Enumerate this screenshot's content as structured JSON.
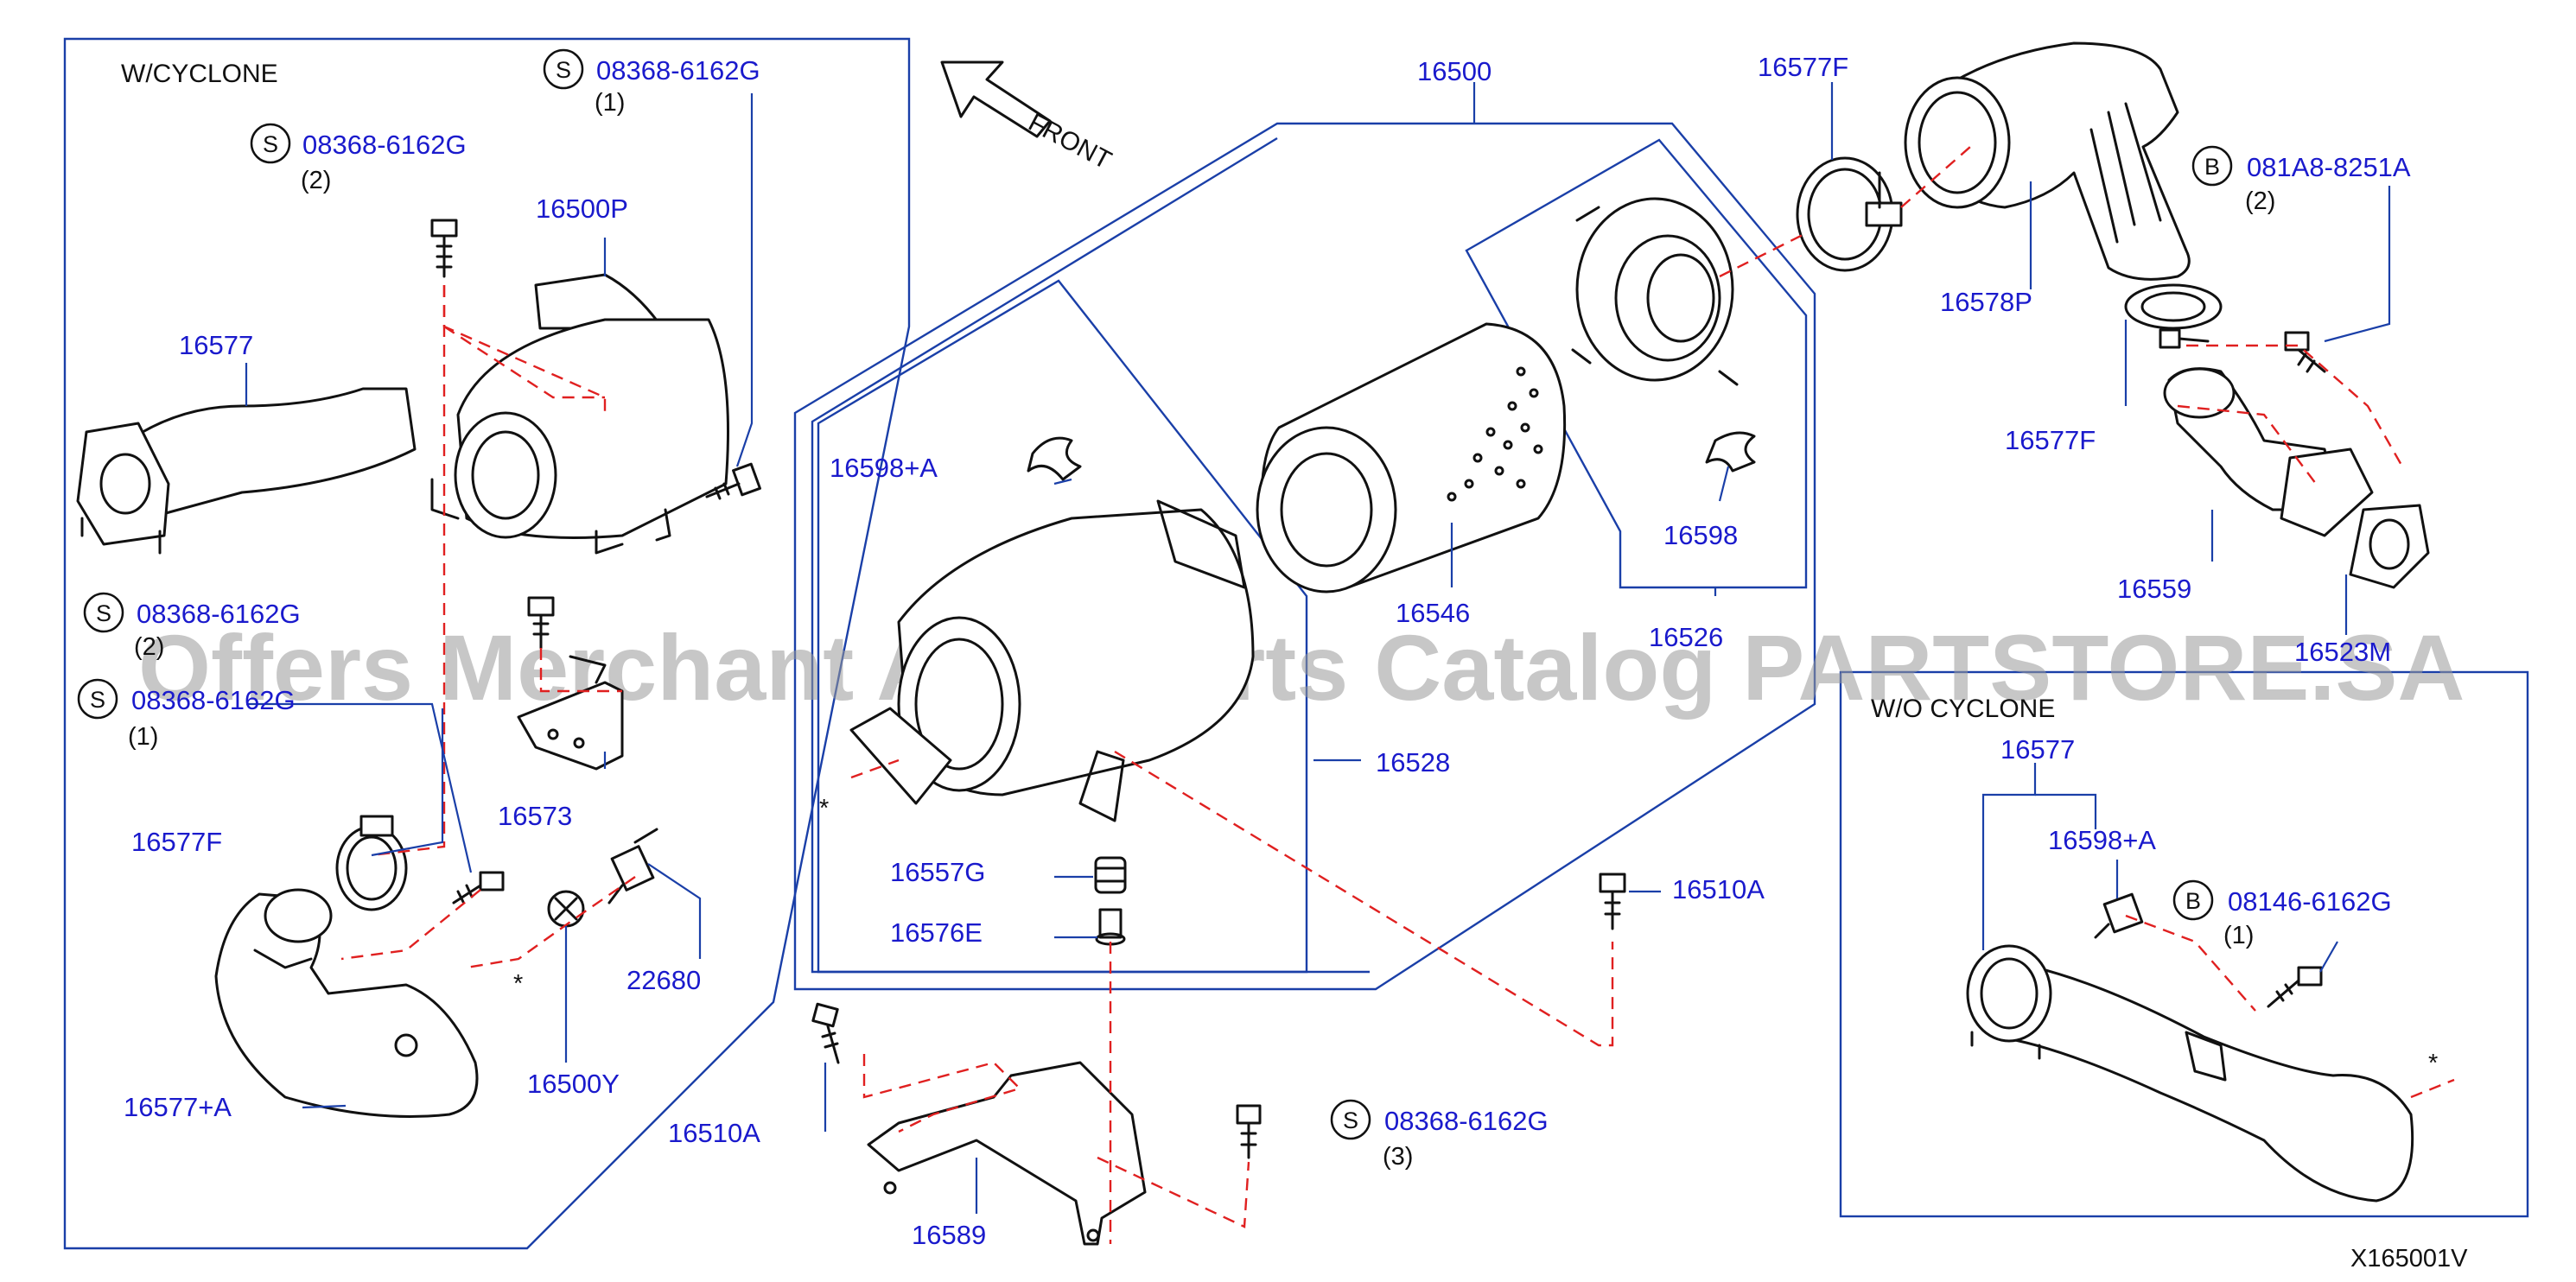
{
  "watermark": "Offers Merchant Auto Parts Catalog PARTSTORE.SA",
  "diagram_code": "X165001V",
  "front_label": "FRONT",
  "sections": {
    "with_cyclone": "W/CYCLONE",
    "without_cyclone": "W/O   CYCLONE"
  },
  "callouts": {
    "s1": {
      "symbol": "S",
      "part": "08368-6162G",
      "qty": "(1)"
    },
    "s2": {
      "symbol": "S",
      "part": "08368-6162G",
      "qty": "(2)"
    },
    "s3": {
      "symbol": "S",
      "part": "08368-6162G",
      "qty": "(2)"
    },
    "s4": {
      "symbol": "S",
      "part": "08368-6162G",
      "qty": "(1)"
    },
    "s5": {
      "symbol": "S",
      "part": "08368-6162G",
      "qty": "(3)"
    },
    "b1": {
      "symbol": "B",
      "part": "081A8-8251A",
      "qty": "(2)"
    },
    "b2": {
      "symbol": "B",
      "part": "08146-6162G",
      "qty": "(1)"
    }
  },
  "parts": {
    "p16500": "16500",
    "p16500P": "16500P",
    "p16577_main": "16577",
    "p16577F_top": "16577F",
    "p16578P": "16578P",
    "p16577F_right": "16577F",
    "p16598A_main": "16598+A",
    "p16598": "16598",
    "p16546": "16546",
    "p16526": "16526",
    "p16559": "16559",
    "p16523M": "16523M",
    "p16528": "16528",
    "p16573": "16573",
    "p16577F_left": "16577F",
    "p16557G": "16557G",
    "p16576E": "16576E",
    "p16510A_right": "16510A",
    "p22680": "22680",
    "p16500Y": "16500Y",
    "p16577A": "16577+A",
    "p16510A_left": "16510A",
    "p16589": "16589",
    "p16577_wo": "16577",
    "p16598A_wo": "16598+A"
  },
  "markers": {
    "asterisk": "*"
  }
}
